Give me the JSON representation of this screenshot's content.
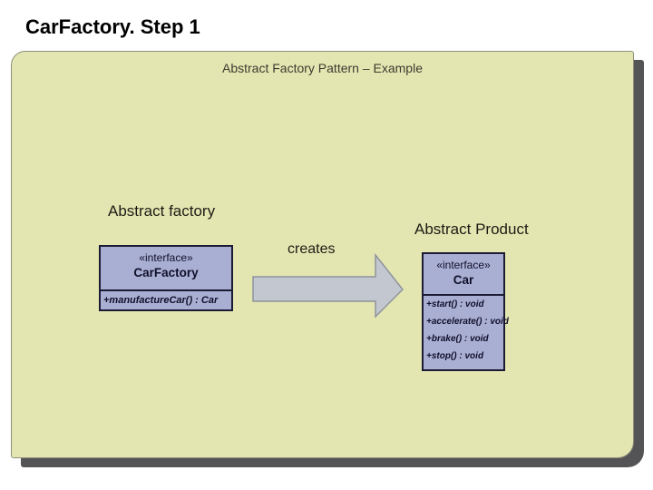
{
  "page": {
    "title": "CarFactory. Step 1"
  },
  "slide": {
    "title": "Abstract Factory Pattern – Example",
    "labels": {
      "factory": "Abstract factory",
      "creates": "creates",
      "product": "Abstract Product"
    },
    "factory_class": {
      "stereotype": "«interface»",
      "name": "CarFactory",
      "methods": [
        "+manufactureCar() : Car"
      ]
    },
    "product_class": {
      "stereotype": "«interface»",
      "name": "Car",
      "methods": [
        "+start() : void",
        "+accelerate() : void",
        "+brake() : void",
        "+stop() : void"
      ]
    },
    "colors": {
      "slide_bg": "#e4e6b2",
      "slide_shadow": "#545456",
      "class_fill": "#a9aed3",
      "class_border": "#1b1b33",
      "arrow_fill": "#c3c7cf",
      "arrow_stroke": "#8e949c"
    }
  }
}
